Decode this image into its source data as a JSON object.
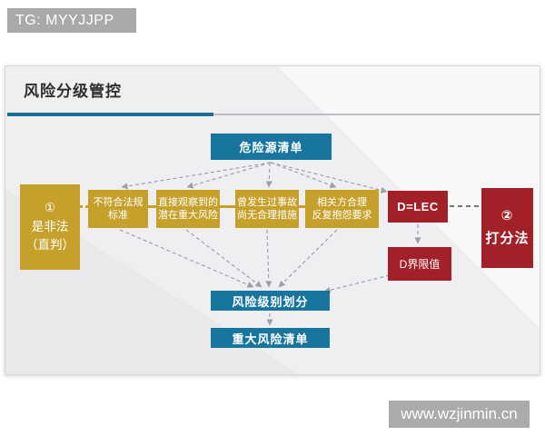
{
  "header": {
    "tag_label": "TG: MYYJJPP"
  },
  "slide": {
    "title": "风险分级管控",
    "diagram": {
      "hazard_list": "危险源清单",
      "method1": {
        "num": "①",
        "line1": "是非法",
        "line2": "（直判）"
      },
      "criteria": [
        {
          "line1": "不符合法规",
          "line2": "标准"
        },
        {
          "line1": "直接观察到的",
          "line2": "潜在重大风险"
        },
        {
          "line1": "曾发生过事故",
          "line2": "尚无合理措施"
        },
        {
          "line1": "相关方合理",
          "line2": "反复抱怨要求"
        }
      ],
      "dlec": "D=LEC",
      "d_threshold": "D界限值",
      "method2": {
        "num": "②",
        "label": "打分法"
      },
      "risk_level": "风险级别划分",
      "major_risk_list": "重大风险清单"
    },
    "colors": {
      "teal_box": "#17759e",
      "gold_box": "#c5a12c",
      "red_box": "#a22028",
      "title_underline": "#1b6f96",
      "header_bg": "#a9a9a9",
      "watermark_bg": "#ababab"
    }
  },
  "watermark": {
    "text": "www.wzjinmin.cn"
  }
}
